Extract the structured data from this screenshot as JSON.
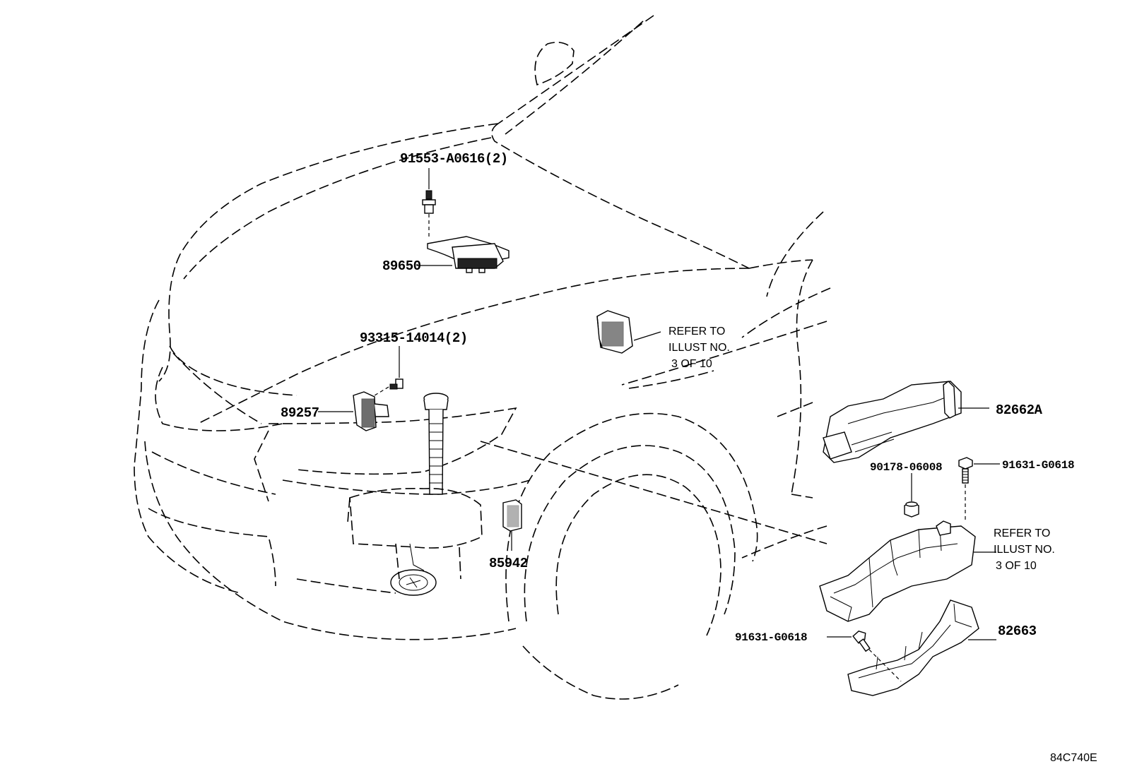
{
  "diagram": {
    "figure_code": "84C740E",
    "parts": [
      {
        "id": "p1",
        "number": "91553-A0616(2)"
      },
      {
        "id": "p2",
        "number": "89650"
      },
      {
        "id": "p3",
        "number": "93315-14014(2)"
      },
      {
        "id": "p4",
        "number": "89257"
      },
      {
        "id": "p5",
        "number": "85942"
      },
      {
        "id": "p6",
        "number": "82662A"
      },
      {
        "id": "p7",
        "number": "90178-06008"
      },
      {
        "id": "p8",
        "number": "91631-G0618"
      },
      {
        "id": "p9",
        "number": "82663"
      },
      {
        "id": "p10",
        "number": "91631-G0618"
      }
    ],
    "refer_notes": [
      {
        "line1": "REFER TO",
        "line2": "ILLUST NO.",
        "line3": "3 OF 10"
      },
      {
        "line1": "REFER TO",
        "line2": "ILLUST NO.",
        "line3": "3 OF 10"
      }
    ]
  }
}
